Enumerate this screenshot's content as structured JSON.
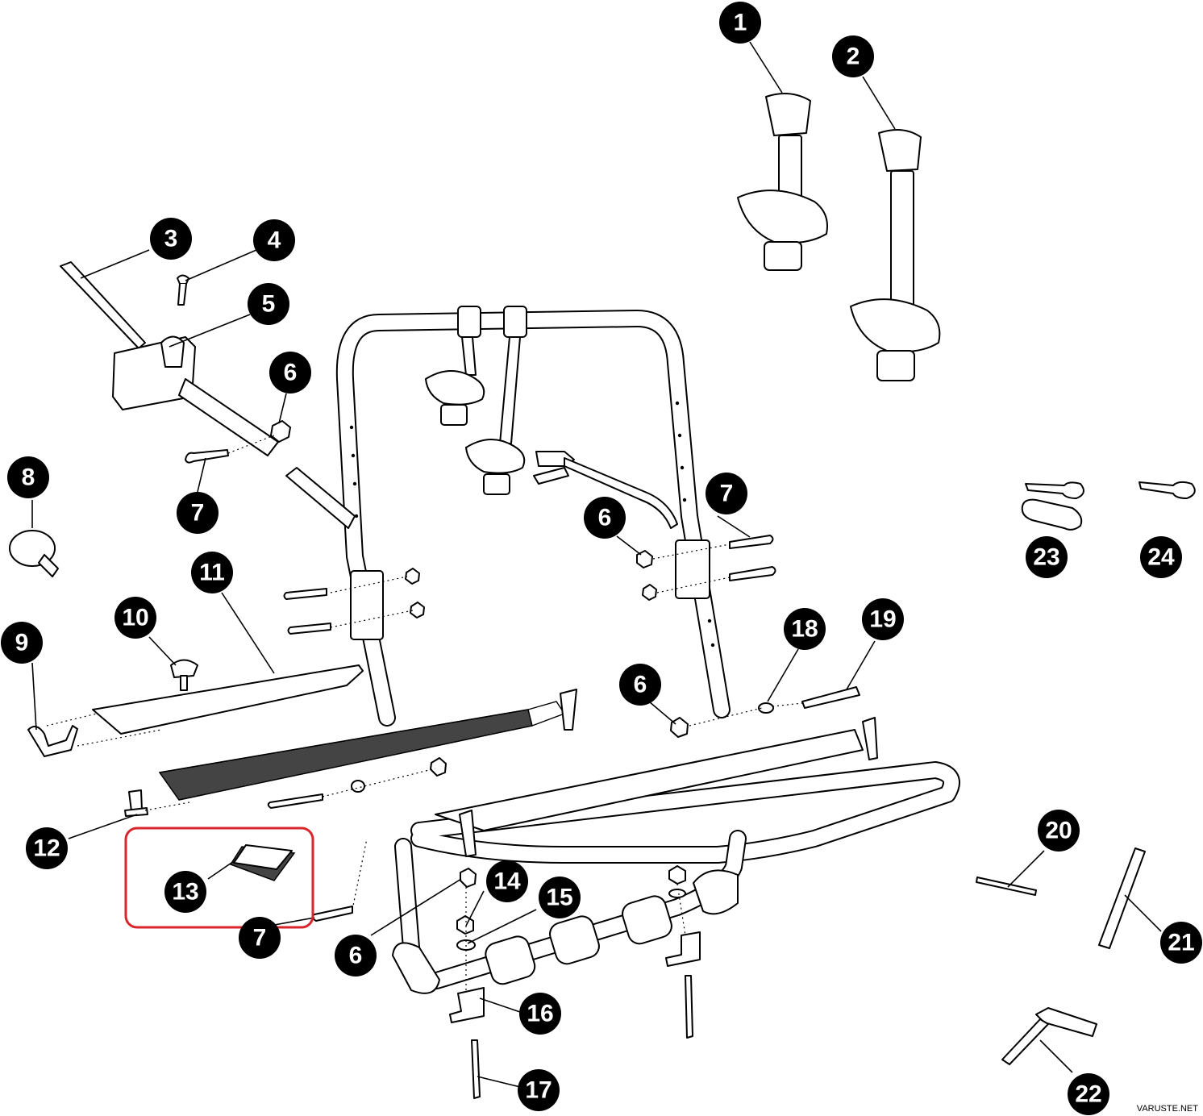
{
  "callouts": [
    {
      "id": "c1",
      "label": "1"
    },
    {
      "id": "c2",
      "label": "2"
    },
    {
      "id": "c3",
      "label": "3"
    },
    {
      "id": "c4",
      "label": "4"
    },
    {
      "id": "c5",
      "label": "5"
    },
    {
      "id": "c6a",
      "label": "6"
    },
    {
      "id": "c7a",
      "label": "7"
    },
    {
      "id": "c8",
      "label": "8"
    },
    {
      "id": "c6b",
      "label": "6"
    },
    {
      "id": "c7b",
      "label": "7"
    },
    {
      "id": "c11",
      "label": "11"
    },
    {
      "id": "c10",
      "label": "10"
    },
    {
      "id": "c9",
      "label": "9"
    },
    {
      "id": "c23",
      "label": "23"
    },
    {
      "id": "c24",
      "label": "24"
    },
    {
      "id": "c18",
      "label": "18"
    },
    {
      "id": "c19",
      "label": "19"
    },
    {
      "id": "c6c",
      "label": "6"
    },
    {
      "id": "c12",
      "label": "12"
    },
    {
      "id": "c13",
      "label": "13"
    },
    {
      "id": "c7c",
      "label": "7"
    },
    {
      "id": "c6d",
      "label": "6"
    },
    {
      "id": "c14",
      "label": "14"
    },
    {
      "id": "c15",
      "label": "15"
    },
    {
      "id": "c16",
      "label": "16"
    },
    {
      "id": "c17",
      "label": "17"
    },
    {
      "id": "c20",
      "label": "20"
    },
    {
      "id": "c21",
      "label": "21"
    },
    {
      "id": "c22",
      "label": "22"
    }
  ],
  "highlight": {
    "target": "13",
    "color": "#d9262c"
  },
  "watermark": "VARUSTE.NET"
}
